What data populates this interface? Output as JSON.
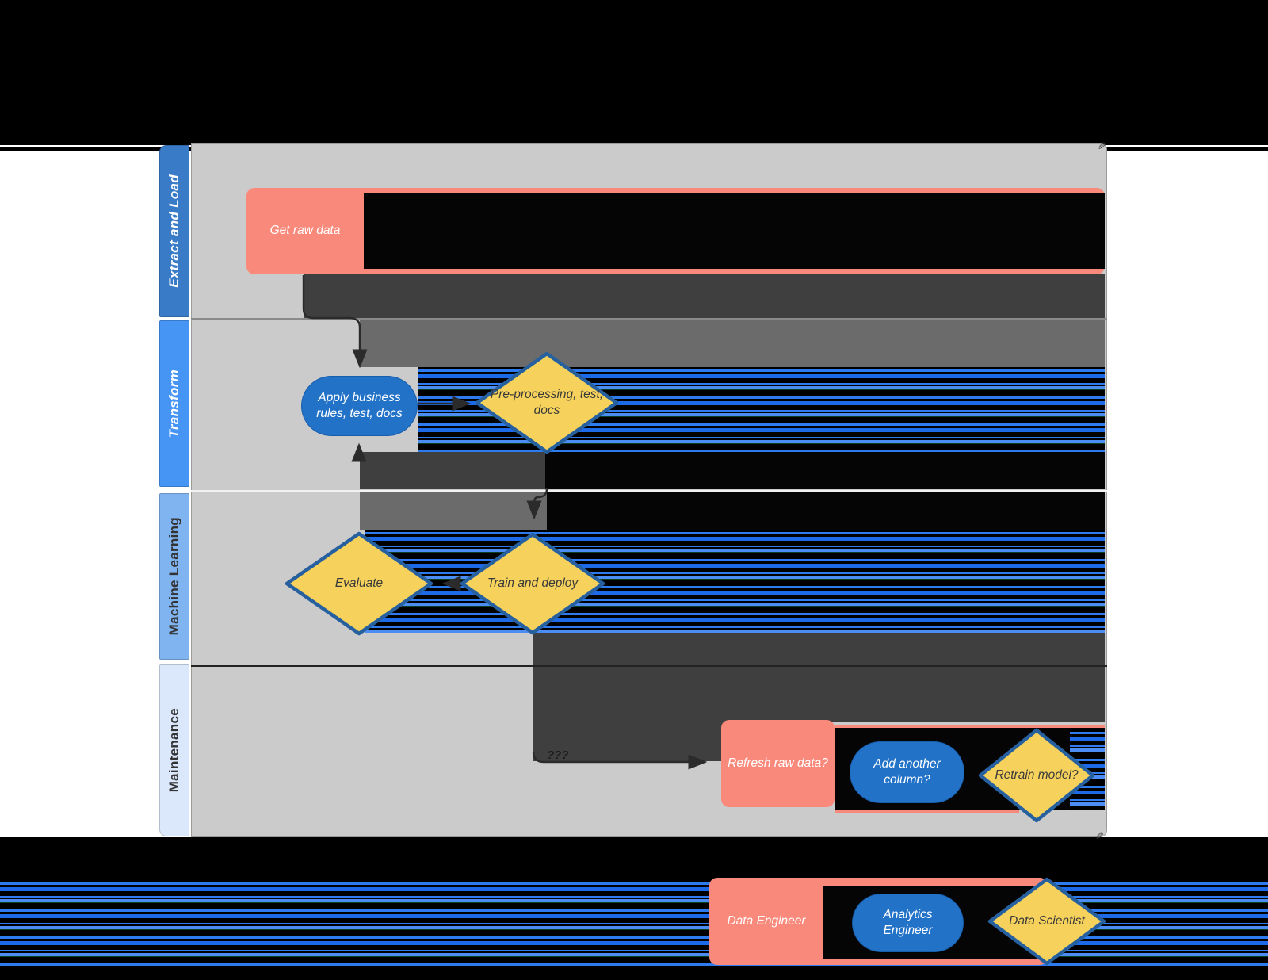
{
  "swimlane": {
    "lanes": [
      {
        "id": "extract-and-load",
        "label": "Extract and Load",
        "color": "#3A7BC8",
        "text_color": "#ffffff",
        "italic": true
      },
      {
        "id": "transform",
        "label": "Transform",
        "color": "#4695F4",
        "text_color": "#ffffff",
        "italic": true
      },
      {
        "id": "machine-learning",
        "label": "Machine Learning",
        "color": "#80B4F0",
        "text_color": "#333333",
        "italic": false
      },
      {
        "id": "maintenance",
        "label": "Maintenance",
        "color": "#DBE8FB",
        "text_color": "#333333",
        "italic": false
      }
    ]
  },
  "nodes": {
    "get_raw_data": {
      "label": "Get raw data",
      "shape": "rectangle"
    },
    "apply_business_rules": {
      "label": "Apply business rules, test, docs",
      "shape": "stadium"
    },
    "pre_processing": {
      "label": "Pre-processing, test, docs",
      "shape": "diamond"
    },
    "evaluate": {
      "label": "Evaluate",
      "shape": "diamond"
    },
    "train_and_deploy": {
      "label": "Train and deploy",
      "shape": "diamond"
    },
    "refresh_raw_data": {
      "label": "Refresh raw data?",
      "shape": "rectangle"
    },
    "add_another_column": {
      "label": "Add another column?",
      "shape": "stadium"
    },
    "retrain_model": {
      "label": "Retrain model?",
      "shape": "diamond"
    }
  },
  "connector_label": "???",
  "legend": {
    "data_engineer": "Data Engineer",
    "analytics_engineer": "Analytics Engineer",
    "data_scientist": "Data Scientist"
  },
  "colors": {
    "process_fill": "#F8897B",
    "stadium_fill": "#2272C8",
    "diamond_fill": "#F6D25C",
    "diamond_border": "#27609F",
    "lane_canvas": "#CBCBCB",
    "redaction_dark": "#3F3F3F",
    "redaction_medium": "#6B6B6B",
    "glitch_stripe_blue": "#2E7BF0"
  }
}
